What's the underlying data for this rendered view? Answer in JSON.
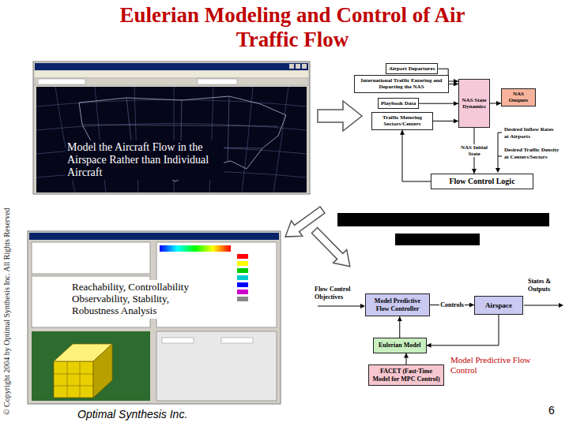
{
  "diagram": {
    "title": "Eulerian Modeling and Control of Air Traffic Flow",
    "nodes": [
      {
        "text": [
          "Model the Aircraft Flow in the Airspace Rather than Individual Aircraft"
        ]
      },
      {
        "text": [
          "Airport Departures"
        ]
      },
      {
        "text": [
          "International Traffic Entering and Departing the NAS"
        ]
      },
      {
        "text": [
          "Playbook Data"
        ]
      },
      {
        "text": [
          "Traffic Metering Sectors/Centers"
        ]
      },
      {
        "text": [
          "NAS State Dynamics"
        ]
      },
      {
        "text": [
          "NAS Outputs"
        ]
      },
      {
        "text": [
          "Flow Control Logic"
        ]
      },
      {
        "text": [
          "Reachability, Controllability Observability, Stability, Robustness Analysis"
        ]
      },
      {
        "text": [
          "Model Predictive Flow Controller"
        ]
      },
      {
        "text": [
          "Airspace"
        ]
      },
      {
        "text": [
          "Eulerian Model"
        ]
      },
      {
        "text": [
          "FACET (Fast-Time Model for MPC Control)"
        ]
      }
    ],
    "edges": [
      {
        "from": 1,
        "to": 5,
        "arrow": "to"
      },
      {
        "from": 2,
        "to": 5,
        "arrow": "to"
      },
      {
        "from": 3,
        "to": 5,
        "arrow": "to"
      },
      {
        "from": 4,
        "to": 5,
        "arrow": "to"
      },
      {
        "from": 5,
        "to": 6,
        "arrow": "to"
      },
      {
        "from": 5,
        "to": 7,
        "label": "NAS Initial State",
        "arrow": "to"
      },
      {
        "from": 7,
        "to": 4,
        "arrow": "to"
      },
      {
        "from": 9,
        "to": 10,
        "label": "Controls",
        "arrow": "to"
      },
      {
        "from": 10,
        "to": 11,
        "arrow": "to"
      },
      {
        "from": 11,
        "to": 9,
        "arrow": "to"
      },
      {
        "from": 12,
        "to": 11,
        "arrow": "to"
      }
    ],
    "labels": [
      "Desired Inflow Rates at Airports",
      "Desired Traffic Density at Centers/Sectors",
      "Flow Control Objectives",
      "States & Outputs",
      "Model Predictive Flow Control",
      "Optimal Synthesis Inc.",
      "6",
      "© Copyright 2004 by Optimal Synthesis Inc. All Rights Reserved"
    ]
  }
}
